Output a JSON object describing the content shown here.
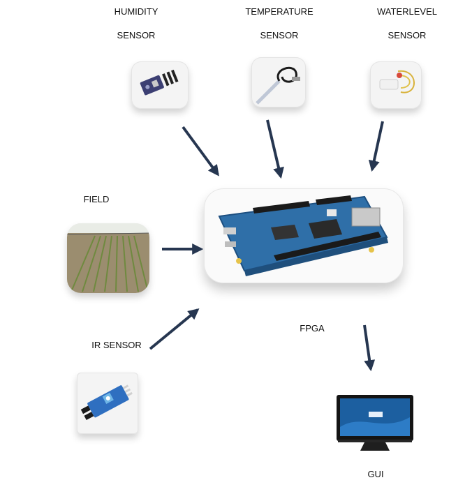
{
  "diagram": {
    "nodes": {
      "humidity": {
        "label_line1": "HUMIDITY",
        "label_line2": "SENSOR"
      },
      "temperature": {
        "label_line1": "TEMPERATURE",
        "label_line2": "SENSOR"
      },
      "waterlevel": {
        "label_line1": "WATERLEVEL",
        "label_line2": "SENSOR"
      },
      "field": {
        "label": "FIELD"
      },
      "ir": {
        "label": "IR SENSOR"
      },
      "fpga": {
        "label": "FPGA"
      },
      "gui": {
        "label": "GUI"
      }
    },
    "colors": {
      "arrow": "#263650",
      "board": "#2f6fa8",
      "screen": "#1c5fa0"
    }
  }
}
